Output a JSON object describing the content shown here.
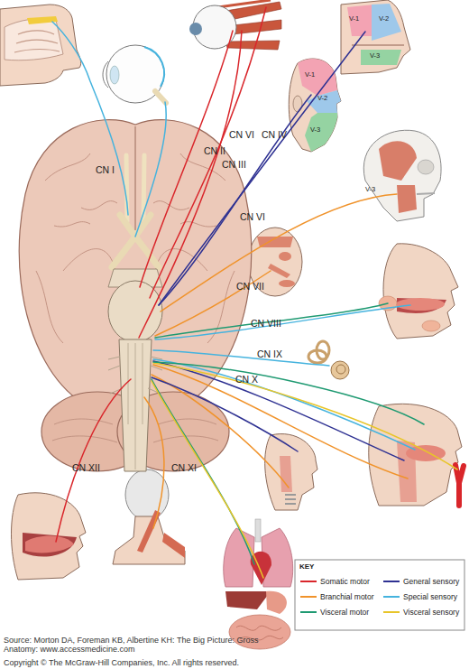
{
  "diagram": {
    "labels": [
      "CN I",
      "CN VI",
      "CN IV",
      "CN II",
      "CN III",
      "V-1",
      "V-2",
      "V-3",
      "V-1",
      "V-2",
      "V-3",
      "V-3",
      "CN VI",
      "CN VII",
      "CN VIII",
      "CN IX",
      "CN X",
      "CN XII",
      "CN XI",
      "KEY",
      "Source: Morton DA, Foreman KB, Albertine KH: The Big Picture: Gross Anatomy: www.accessmedicine.com",
      "Copyright © The McGraw-Hill Companies, Inc. All rights reserved."
    ],
    "legend": [
      {
        "text": "Somatic motor",
        "color": "#d9262b"
      },
      {
        "text": "Branchial motor",
        "color": "#f0932b"
      },
      {
        "text": "Visceral motor",
        "color": "#1f9a72"
      },
      {
        "text": "General sensory",
        "color": "#2e3192"
      },
      {
        "text": "Special sensory",
        "color": "#45b3de"
      },
      {
        "text": "Visceral sensory",
        "color": "#e8c52a"
      }
    ]
  }
}
